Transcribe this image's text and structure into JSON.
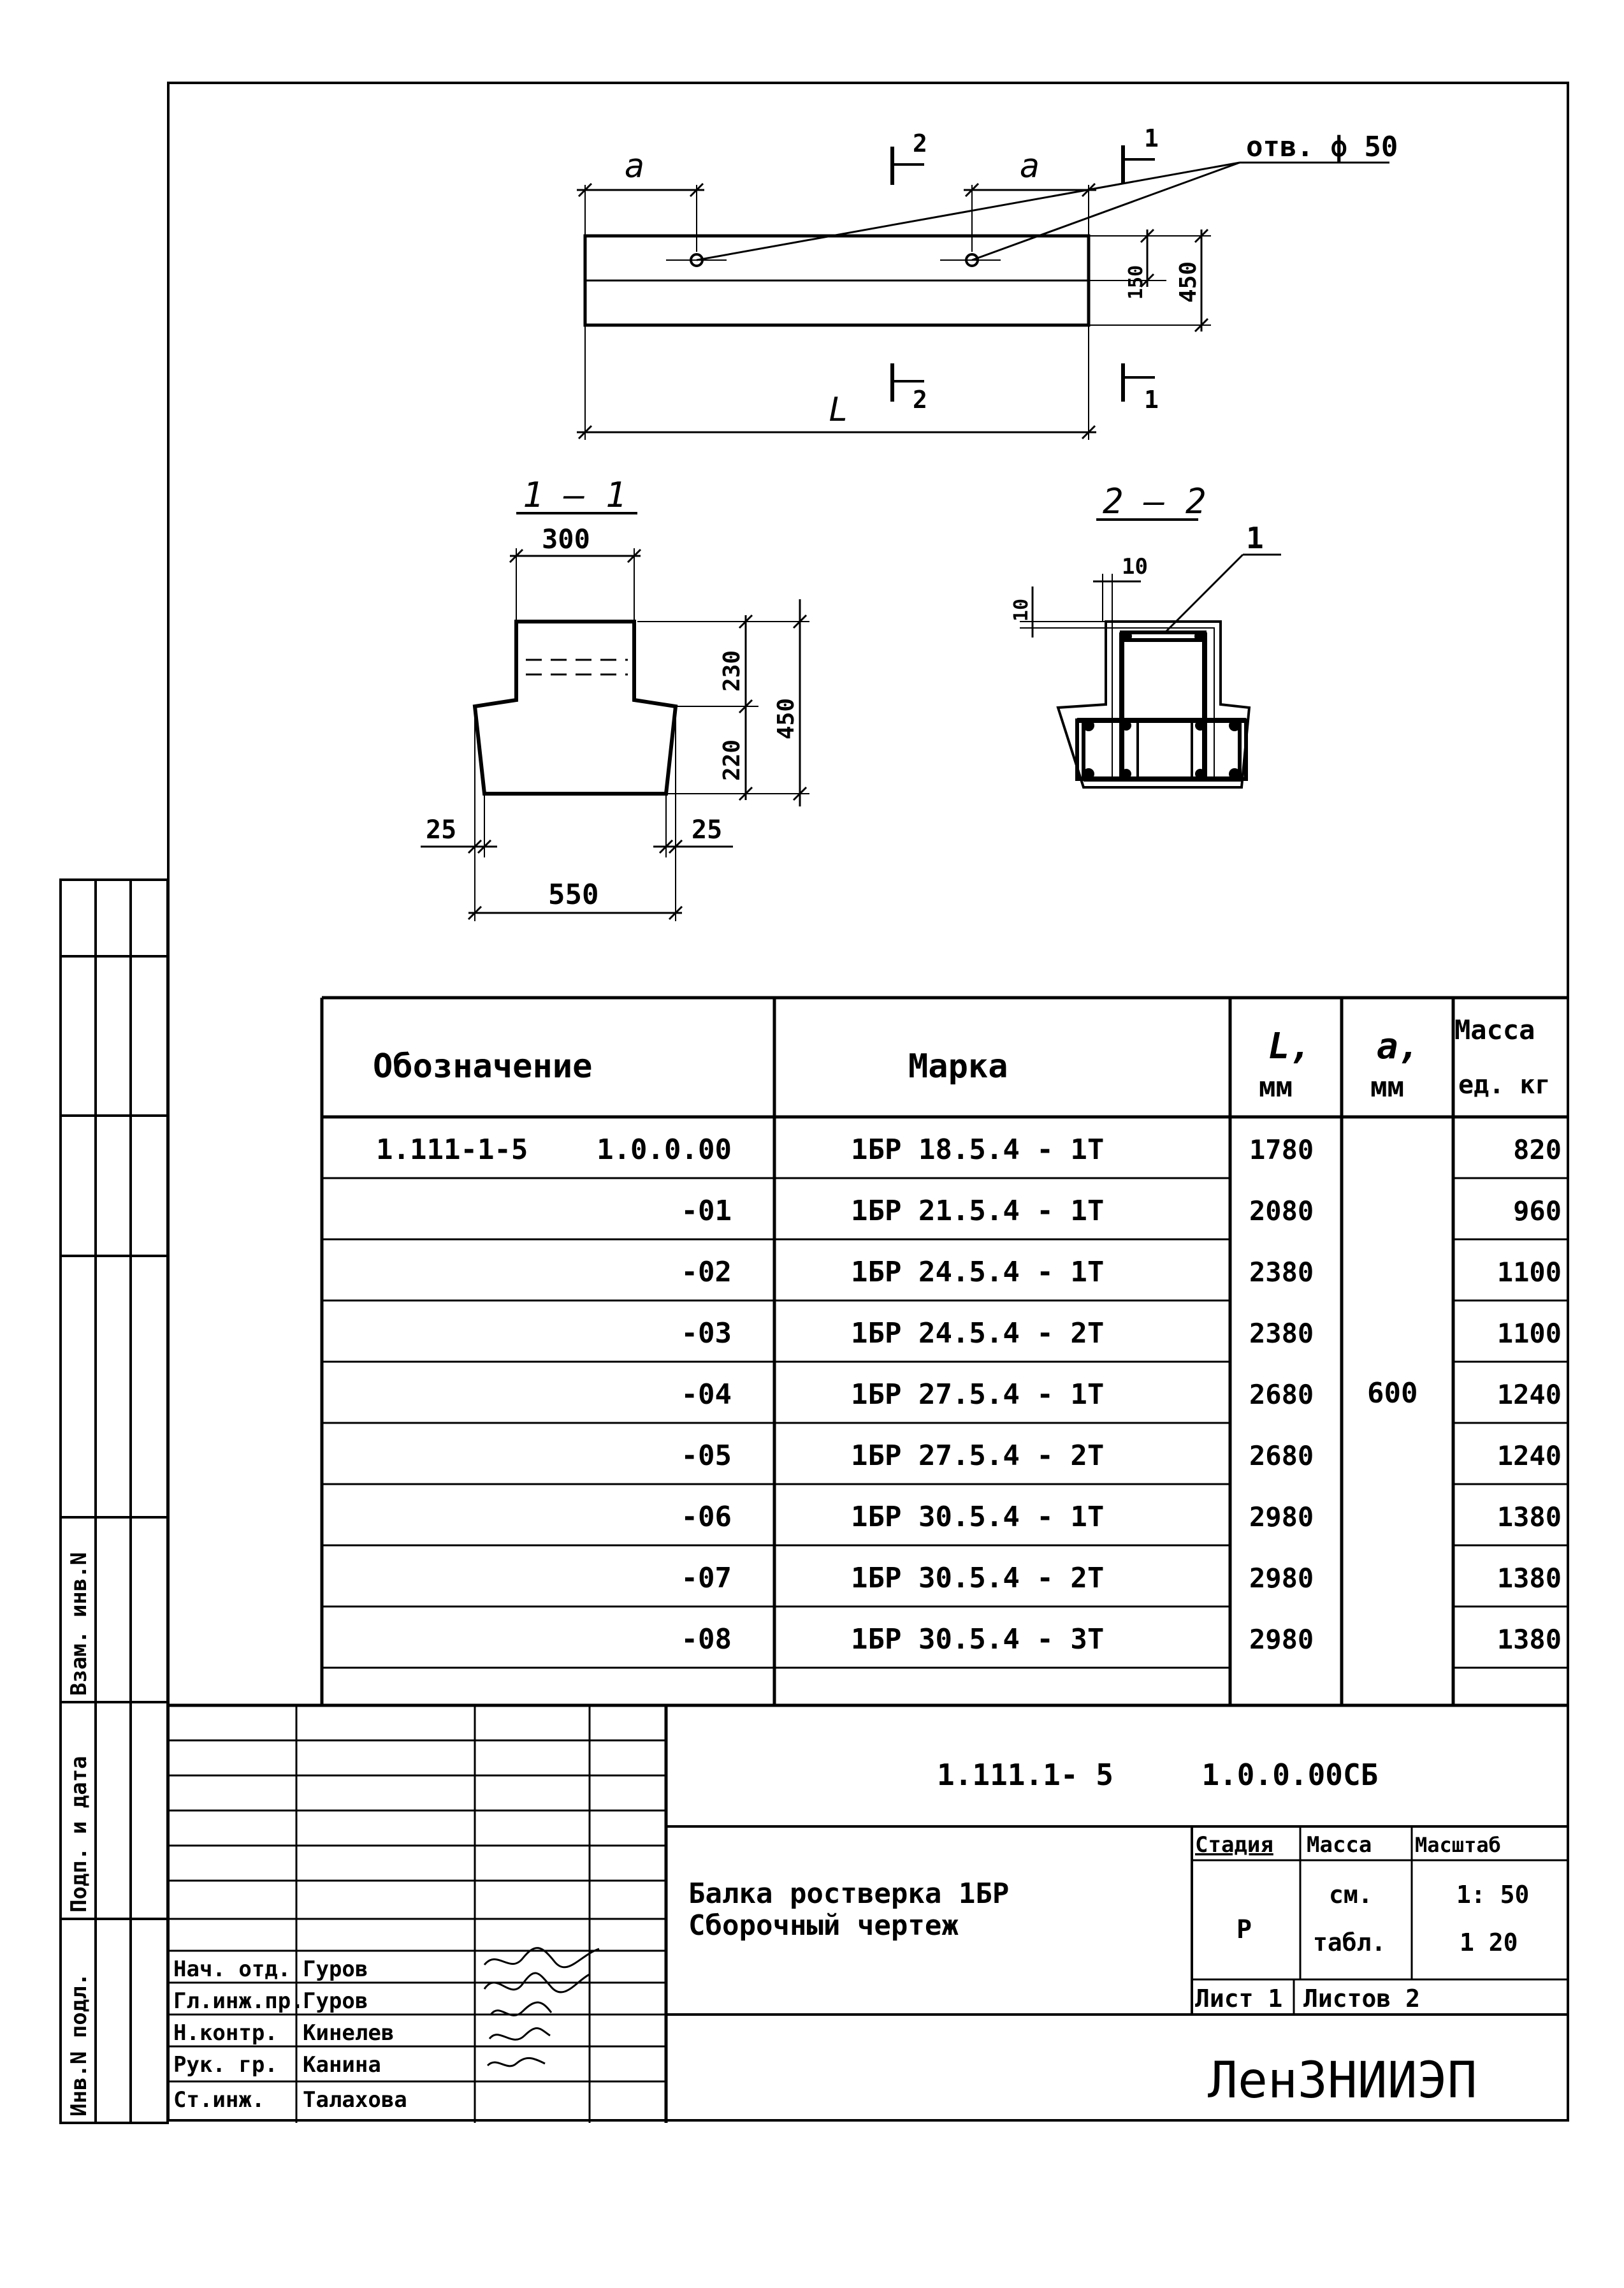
{
  "drawing": {
    "plan": {
      "dim_a1": "a",
      "dim_a2": "a",
      "dim_L": "L",
      "hole_note": "отв. ф 50",
      "dim_150": "150",
      "dim_450": "450",
      "cut2_top": "2",
      "cut2_bottom": "2",
      "cut1_top": "1",
      "cut1_bottom": "1"
    },
    "section11": {
      "title": "1 — 1",
      "dim_top": "300",
      "dim_230": "230",
      "dim_220": "220",
      "dim_450": "450",
      "dim_25_left": "25",
      "dim_25_right": "25",
      "dim_550": "550"
    },
    "section22": {
      "title": "2 — 2",
      "dim_10a": "10",
      "dim_10b": "10",
      "leader": "1"
    }
  },
  "spec_table": {
    "headers": {
      "oboznachenie": "Обозначение",
      "marka": "Марка",
      "L": "L,",
      "L_unit": "мм",
      "a": "a,",
      "a_unit": "мм",
      "mass": "Масса",
      "mass_unit": "ед. кг"
    },
    "a_value": "600",
    "rows": [
      {
        "code": "1.111-1-5",
        "designation": "1.0.0.00",
        "mark": "1БР 18.5.4 - 1Т",
        "L": "1780",
        "mass": "820"
      },
      {
        "code": "",
        "designation": "-01",
        "mark": "1БР 21.5.4 - 1Т",
        "L": "2080",
        "mass": "960"
      },
      {
        "code": "",
        "designation": "-02",
        "mark": "1БР 24.5.4 - 1Т",
        "L": "2380",
        "mass": "1100"
      },
      {
        "code": "",
        "designation": "-03",
        "mark": "1БР 24.5.4 - 2Т",
        "L": "2380",
        "mass": "1100"
      },
      {
        "code": "",
        "designation": "-04",
        "mark": "1БР 27.5.4 - 1Т",
        "L": "2680",
        "mass": "1240"
      },
      {
        "code": "",
        "designation": "-05",
        "mark": "1БР 27.5.4 - 2Т",
        "L": "2680",
        "mass": "1240"
      },
      {
        "code": "",
        "designation": "-06",
        "mark": "1БР 30.5.4 - 1Т",
        "L": "2980",
        "mass": "1380"
      },
      {
        "code": "",
        "designation": "-07",
        "mark": "1БР 30.5.4 - 2Т",
        "L": "2980",
        "mass": "1380"
      },
      {
        "code": "",
        "designation": "-08",
        "mark": "1БР 30.5.4 - 3Т",
        "L": "2980",
        "mass": "1380"
      }
    ]
  },
  "title_block": {
    "doc_code": "1.111.1- 5     1.0.0.00СБ",
    "title_line1": "Балка ростверка 1БР",
    "title_line2": "Сборочный чертеж",
    "stage_label": "Стадия",
    "mass_label": "Масса",
    "scale_label": "Масштаб",
    "stage_value": "Р",
    "mass_value_1": "см.",
    "mass_value_2": "табл.",
    "scale_value_1": "1: 50",
    "scale_value_2": "1 20",
    "sheet_label": "Лист 1",
    "sheets_label": "Листов 2",
    "org": "ЛенЗНИИЭП",
    "roles": [
      {
        "role": "Нач. отд.",
        "name": "Гуров"
      },
      {
        "role": "Гл.инж.пр.",
        "name": "Гуров"
      },
      {
        "role": "Н.контр.",
        "name": "Кинелев"
      },
      {
        "role": "Рук. гр.",
        "name": "Канина"
      },
      {
        "role": "Ст.инж.",
        "name": "Талахова"
      }
    ]
  },
  "side_stamp": {
    "inv_podl": "Инв.N подл.",
    "podp": "Подп. и дата",
    "vzam": "Взам. инв.N"
  }
}
